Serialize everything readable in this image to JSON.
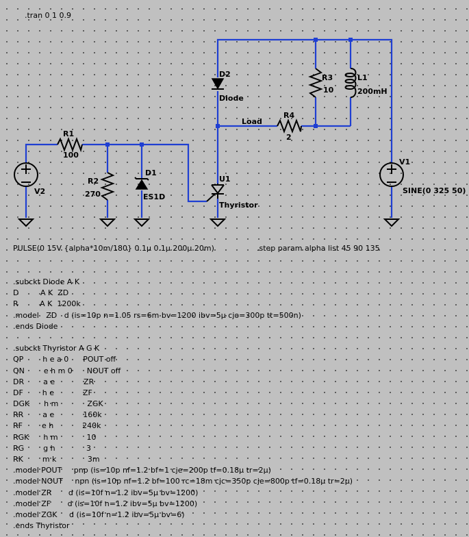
{
  "directives": {
    "tran": ".tran 0 1 0.9",
    "pulse": "PULSE(0 15V {alpha*10m/180} 0.1μ 0.1μ 200μ 20m)",
    "step": ".step param alpha list 45 90 135"
  },
  "components": {
    "R1": {
      "name": "R1",
      "value": "100"
    },
    "R2": {
      "name": "R2",
      "value": "270"
    },
    "D1": {
      "name": "D1",
      "value": "ES1D"
    },
    "V2": {
      "name": "V2"
    },
    "D2": {
      "name": "D2",
      "value": "Diode"
    },
    "R3": {
      "name": "R3",
      "value": "10"
    },
    "L1": {
      "name": "L1",
      "value": "200mH"
    },
    "R4": {
      "name": "R4",
      "value": "2"
    },
    "U1": {
      "name": "U1",
      "value": "Thyristor"
    },
    "V1": {
      "name": "V1",
      "value": "SINE(0 325 50)"
    },
    "load_label": "Load"
  },
  "netlist_lines": [
    ".subckt Diode A K",
    "D         A K  ZD",
    "R         A K  1200k",
    ".model   ZD   d (is=10p n=1.05 rs=6m bv=1200 ibv=5μ cjo=300p tt=500n)",
    ".ends Diode",
    "",
    ".subckt Thyristor A G K",
    "QP        h e a 0      POUT off",
    "QN        e h m 0      NOUT off",
    "DR        a e            ZR",
    "DF        h e            ZF",
    "DGK      h m            ZGK",
    "RR        a e            160k",
    "RF        e h            240k",
    "RGK      h m            10",
    "RG        g h             3",
    "RK        m k             3m",
    ".model POUT     pnp (is=10p nf=1.2 bf=1 cje=200p tf=0.18μ tr=2μ)",
    ".model NOUT     npn (is=10p nf=1.2 bf=100 rc=18m cjc=350p cje=800p tf=0.18μ tr=2μ)",
    ".model ZR       d (is=10f n=1.2 ibv=5μ bv=1200)",
    ".model ZF       d (is=10f n=1.2 ibv=5μ bv=1200)",
    ".model ZGK     d (is=10f n=1.2 ibv=5μ bv=6)",
    ".ends Thyristor"
  ],
  "colors": {
    "background": "#c0c0c0",
    "wire": "#1f3fd2",
    "component": "#000000"
  }
}
